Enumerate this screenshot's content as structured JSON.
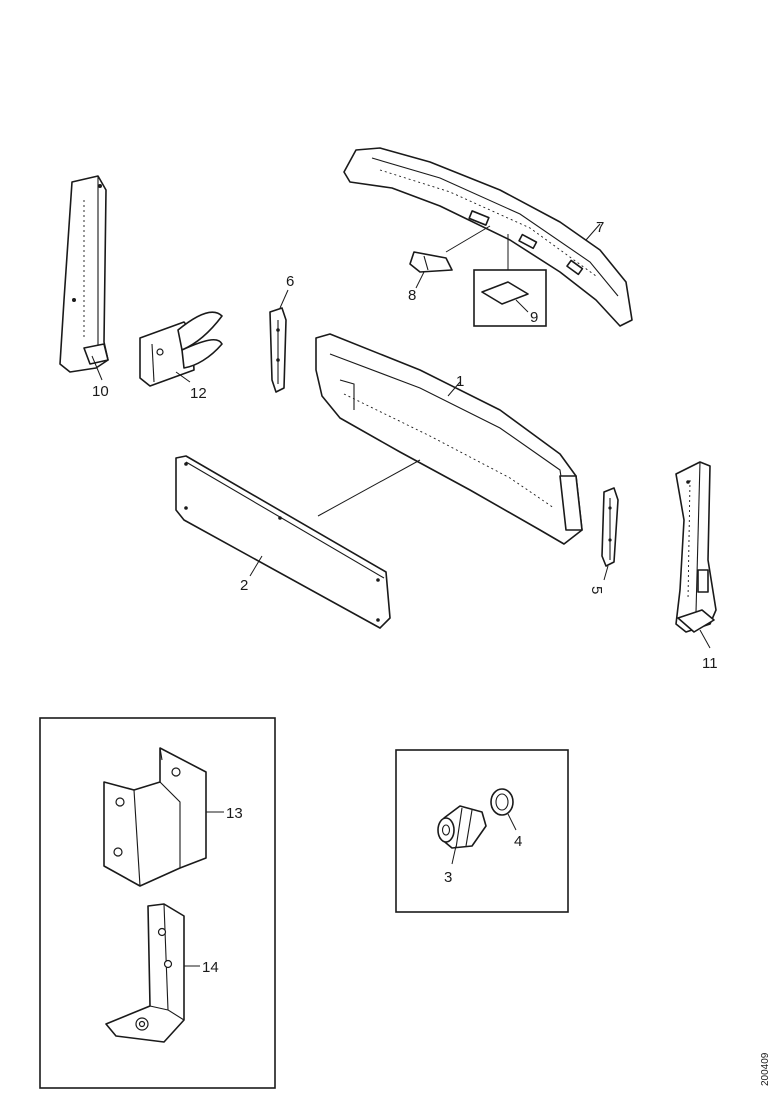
{
  "callouts": {
    "c1": "1",
    "c2": "2",
    "c3": "3",
    "c4": "4",
    "c5": "5",
    "c6": "6",
    "c7": "7",
    "c8": "8",
    "c9": "9",
    "c10": "10",
    "c11": "11",
    "c12": "12",
    "c13": "13",
    "c14": "14"
  },
  "drawing_ref": "200409",
  "colors": {
    "line": "#1a1a1a",
    "background": "#ffffff"
  }
}
